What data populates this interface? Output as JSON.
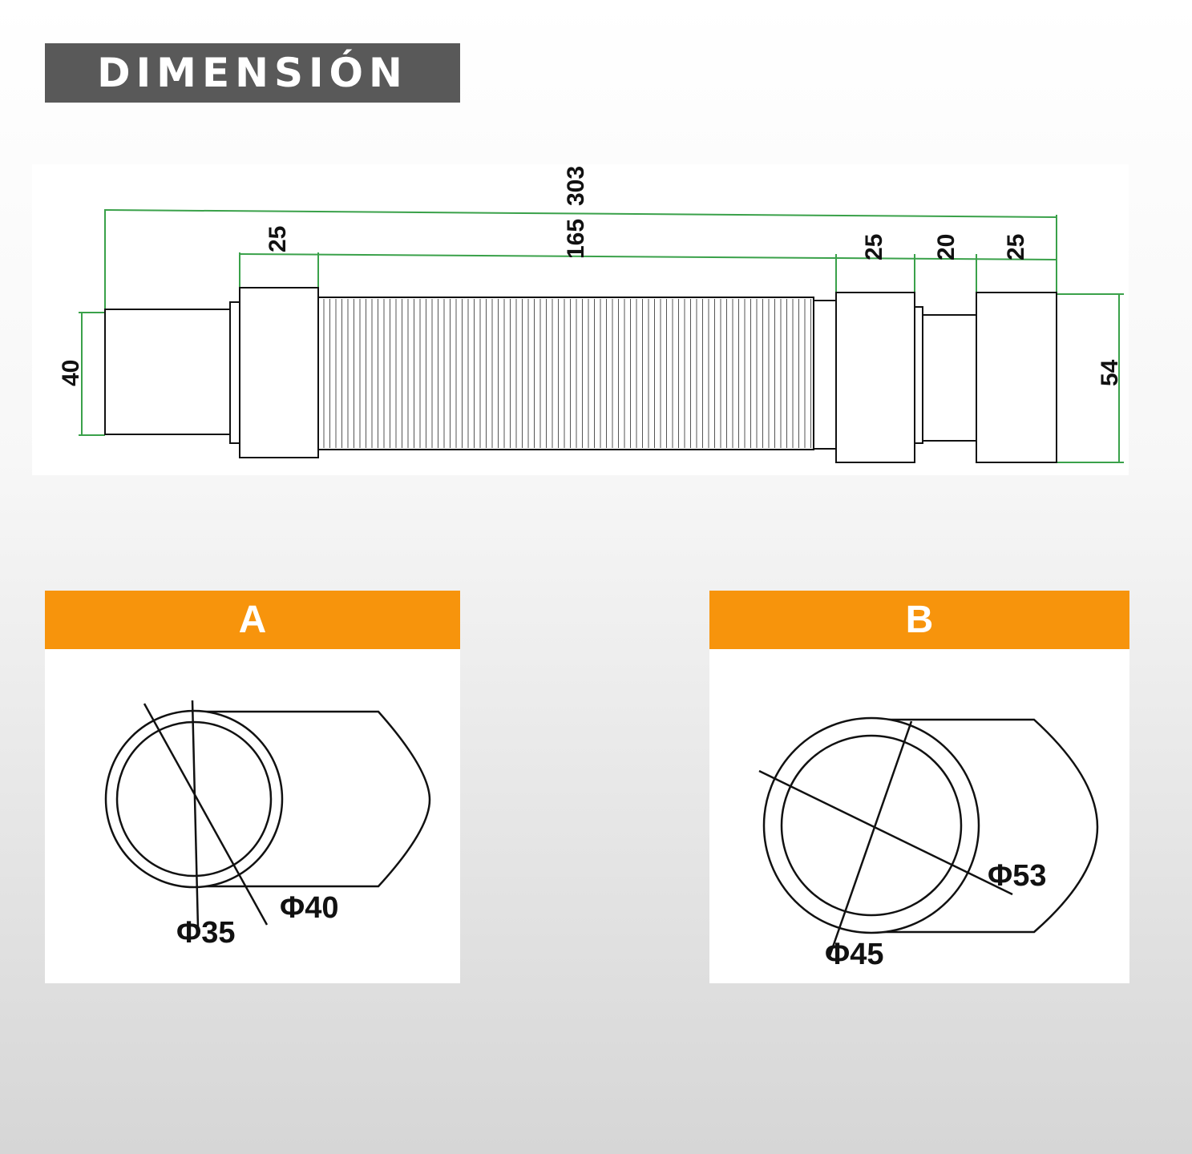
{
  "title": "DIMENSIÓN",
  "main_drawing": {
    "dimensions": {
      "total_length": "303",
      "hose_length": "165",
      "left_collar": "25",
      "right_collar": "25",
      "spigot": "20",
      "end_cap": "25",
      "left_diameter": "40",
      "right_diameter": "54"
    },
    "colors": {
      "dimension_line": "#3aa14a",
      "outline": "#111111"
    }
  },
  "detail_a": {
    "label": "A",
    "inner_diameter": "Φ35",
    "outer_diameter": "Φ40"
  },
  "detail_b": {
    "label": "B",
    "inner_diameter": "Φ45",
    "outer_diameter": "Φ53"
  },
  "colors": {
    "title_bar": "#595959",
    "section_header": "#f7940c"
  }
}
